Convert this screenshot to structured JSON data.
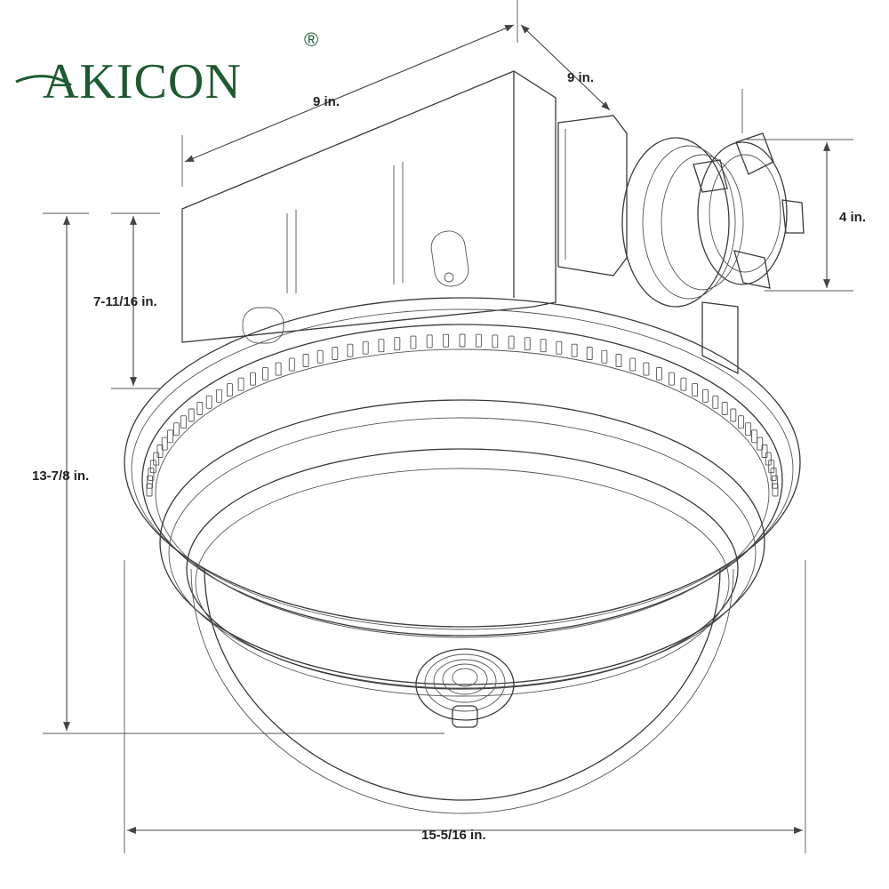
{
  "brand": {
    "name": "AKICON",
    "registered_mark": "®",
    "color": "#1e5a2f"
  },
  "dimensions": {
    "width_top": "9 in.",
    "depth_top": "9 in.",
    "duct_diameter": "4 in.",
    "housing_height": "7-11/16 in.",
    "overall_height": "13-7/8 in.",
    "grille_diameter": "15-5/16 in."
  },
  "colors": {
    "line": "#3a3a3a",
    "background": "#ffffff"
  }
}
